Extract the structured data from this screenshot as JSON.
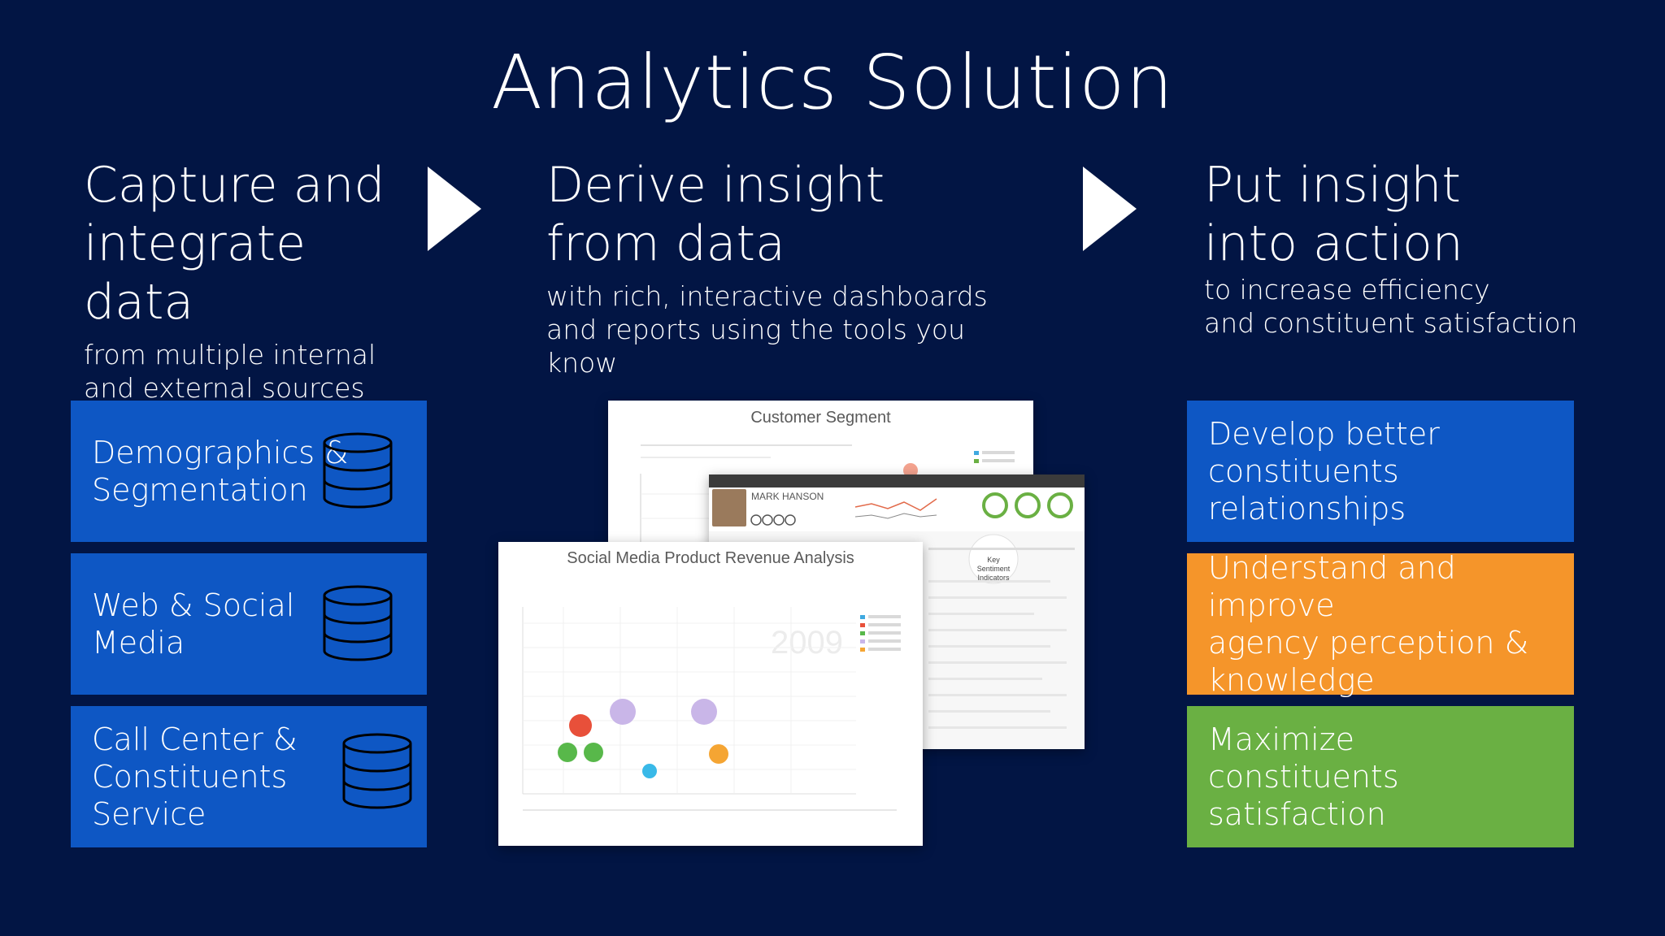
{
  "title": "Analytics Solution",
  "columns": [
    {
      "heading": "Capture and\nintegrate data",
      "sub": "from multiple internal\nand external sources"
    },
    {
      "heading": "Derive insight\nfrom data",
      "sub": "with rich, interactive dashboards\nand reports using the tools you know"
    },
    {
      "heading": "Put insight\ninto action",
      "sub": "to increase efficiency\nand constituent satisfaction"
    }
  ],
  "sources": [
    {
      "label": "Demographics &\nSegmentation",
      "icon": "database-icon"
    },
    {
      "label": "Web & Social\nMedia",
      "icon": "database-icon"
    },
    {
      "label": "Call Center &\nConstituents Service",
      "icon": "database-icon"
    }
  ],
  "outcomes": [
    {
      "label": "Develop better constituents\nrelationships",
      "color": "#0e57c4"
    },
    {
      "label": "Understand and improve\nagency perception &\nknowledge",
      "color": "#f5952a"
    },
    {
      "label": "Maximize constituents\nsatisfaction",
      "color": "#6ab043"
    }
  ],
  "screens": {
    "customer_segment_title": "Customer Segment",
    "contact_name": "MARK HANSON",
    "key_sentiment": "Key\nSentiment\nIndicators",
    "social_title": "Social Media Product Revenue Analysis",
    "year_watermark": "2009"
  },
  "colors": {
    "background": "#021544",
    "blue_tile": "#0e57c4",
    "orange_tile": "#f5952a",
    "green_tile": "#6ab043"
  }
}
